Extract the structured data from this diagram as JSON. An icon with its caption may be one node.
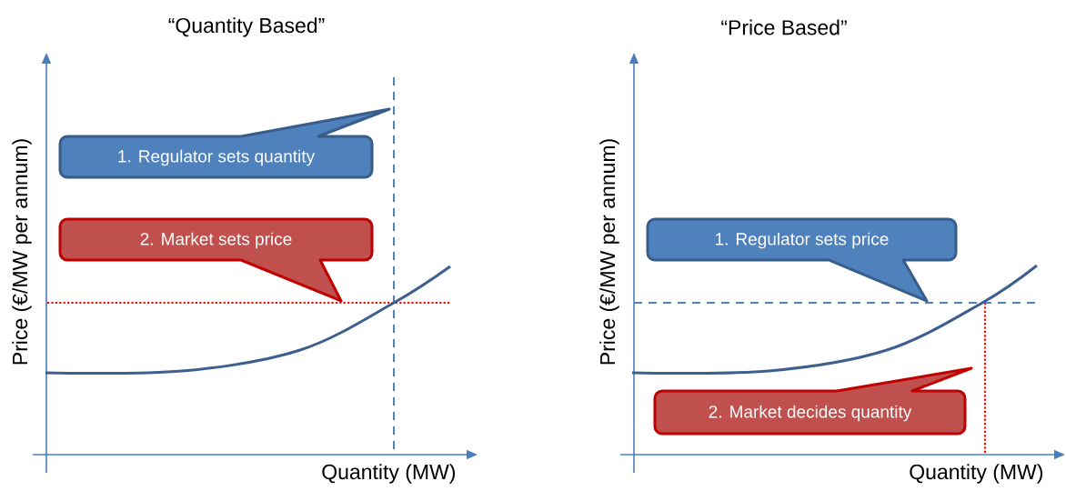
{
  "diagram": {
    "nodes": [
      {
        "text": [
          "1. Regulator sets quantity"
        ]
      },
      {
        "text": [
          "2. Market sets price"
        ]
      },
      {
        "text": [
          "1. Regulator sets price"
        ]
      },
      {
        "text": [
          "2. Market decides quantity"
        ]
      }
    ],
    "labels": [
      "“Quantity Based”",
      "Price (€/MW per annum)",
      "Quantity (MW)",
      "“Price Based”",
      "Price (€/MW per annum)",
      "Quantity (MW)"
    ]
  }
}
